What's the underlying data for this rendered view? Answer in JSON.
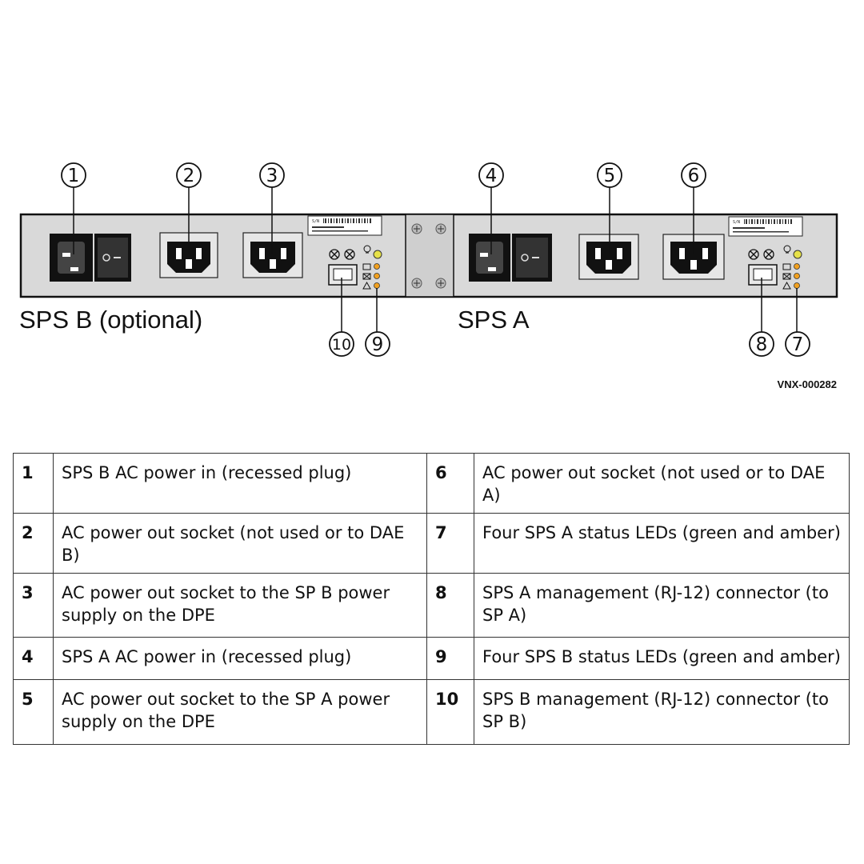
{
  "diagram": {
    "callouts": [
      "1",
      "2",
      "3",
      "4",
      "5",
      "6",
      "7",
      "8",
      "9",
      "10"
    ],
    "unit_b_label": "SPS B (optional)",
    "unit_a_label": "SPS A",
    "figure_id": "VNX-000282",
    "sticker_text": "S/N"
  },
  "legend": {
    "rows": [
      {
        "left_num": "1",
        "left_text": "SPS B AC power in (recessed plug)",
        "right_num": "6",
        "right_text": "AC power out socket (not used or to DAE A)"
      },
      {
        "left_num": "2",
        "left_text": "AC power out socket (not used or to DAE B)",
        "right_num": "7",
        "right_text": "Four SPS A status LEDs (green and amber)"
      },
      {
        "left_num": "3",
        "left_text": "AC power out socket to the SP B power supply on the DPE",
        "right_num": "8",
        "right_text": "SPS A management (RJ-12) connector (to SP A)"
      },
      {
        "left_num": "4",
        "left_text": "SPS A AC power in (recessed plug)",
        "right_num": "9",
        "right_text": "Four SPS B status LEDs (green and amber)"
      },
      {
        "left_num": "5",
        "left_text": "AC power out socket to the SP A power supply on the DPE",
        "right_num": "10",
        "right_text": "SPS B management (RJ-12) connector (to SP B)"
      }
    ]
  },
  "colors": {
    "chassis": "#d9d9d9",
    "socket": "#1a1a1a",
    "led_green": "#e6e14a",
    "led_amber": "#f0a020"
  }
}
